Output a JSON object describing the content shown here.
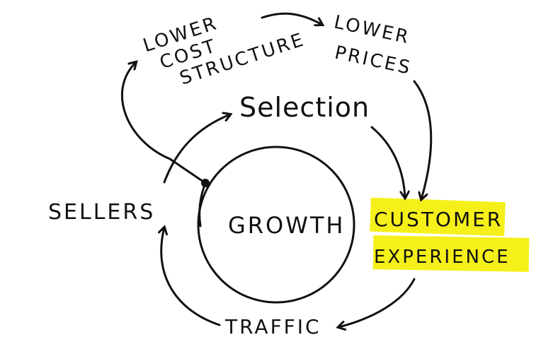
{
  "diagram": {
    "center": "GROWTH",
    "nodes": {
      "lower_cost_line1": "LOWER",
      "lower_cost_line2": "COST",
      "lower_cost_line3": "STRUCTURE",
      "lower_prices_line1": "LOWER",
      "lower_prices_line2": "PRICES",
      "selection": "Selection",
      "sellers": "SELLERS",
      "customer_line1": "CUSTOMER",
      "customer_line2": "EXPERIENCE",
      "traffic": "TRAFFIC"
    },
    "highlight_color": "#f5f01a",
    "ink_color": "#111111"
  }
}
